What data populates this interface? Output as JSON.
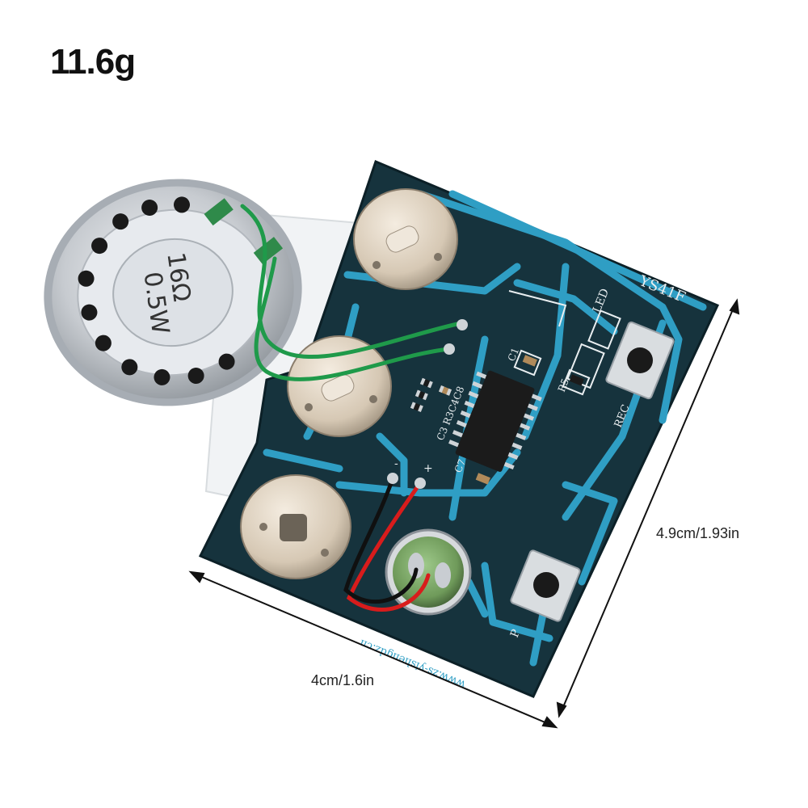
{
  "weight_label": "11.6g",
  "dimensions": {
    "width_label": "4cm/1.6in",
    "height_label": "4.9cm/1.93in"
  },
  "board": {
    "model": "YS41F",
    "silkscreen": {
      "led": "LED",
      "rec": "REC",
      "play": "P",
      "c1": "C1",
      "r5": "R5",
      "c3_r3_c4_c8": "C3 R3C4C8",
      "c7": "C7",
      "minus": "-",
      "plus": "+",
      "website": "www.zs-yishengdz.cn"
    }
  },
  "speaker": {
    "impedance": "16Ω",
    "power": "0.5W"
  },
  "colors": {
    "pcb": "#16333d",
    "trace": "#2f9ec4",
    "chip": "#1b1b1b",
    "wire_green": "#1f9a4a",
    "wire_red": "#d81c1c",
    "wire_black": "#101010",
    "speaker_metal": "#c9cdd2"
  }
}
